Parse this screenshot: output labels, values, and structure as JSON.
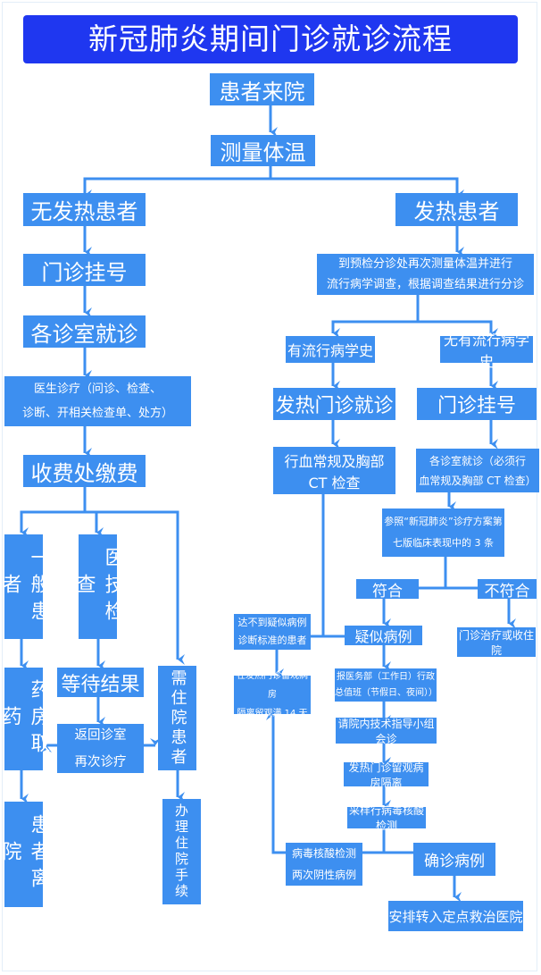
{
  "title": "新冠肺炎期间门诊就诊流程",
  "colors": {
    "title_bg": "#1f37f0",
    "box_bg": "#3d8ff0",
    "line": "#3d8ff0",
    "text": "#ffffff"
  },
  "nodes": {
    "arrive": "患者来院",
    "measure_temp": "测量体温",
    "no_fever": "无发热患者",
    "fever": "发热患者",
    "left_register": "门诊挂号",
    "left_consult": "各诊室就诊",
    "doctor_treat": [
      "医生诊疗（问诊、检查、",
      "诊断、开相关检查单、处方）"
    ],
    "pay": "收费处缴费",
    "general_patient": "一般患者",
    "medtech_exam": "医技检查",
    "wait_result": "等待结果",
    "return_room": [
      "返回诊室",
      "再次诊疗"
    ],
    "inpatient_needed": "需住院患者",
    "pharmacy": "药房取药",
    "leave": "患者离院",
    "admission": "办理住院手续",
    "triage": [
      "到预检分诊处再次测量体温并进行",
      "流行病学调查，根据调查结果进行分诊"
    ],
    "has_history": "有流行病学史",
    "no_history": "无有流行病学史",
    "fever_clinic": "发热门诊就诊",
    "right_register": "门诊挂号",
    "blood_ct": "行血常规及胸部 CT 检查",
    "right_consult": [
      "各诊室就诊（必须行",
      "血常规及胸部 CT 检查）"
    ],
    "refer_plan": [
      "参照“新冠肺炎”诊疗方案第",
      "七版临床表现中的 3 条"
    ],
    "match": "符合",
    "not_match": "不符合",
    "suspected": "疑似病例",
    "outpatient_or_admit": "门诊治疗或收住院",
    "not_suspected": [
      "达不到疑似病例",
      "诊断标准的患者"
    ],
    "observe_14": [
      "在发热门诊留观病房",
      "隔离留观满 14 天"
    ],
    "report": [
      "报医务部（工作日）行政",
      "总值班（节假日、夜间））"
    ],
    "expert_consult": "请院内技术指导小组会诊",
    "isolate": "发热门诊留观病房隔离",
    "sample_test": "采样行病毒核酸检测",
    "two_negative": [
      "病毒核酸检测",
      "两次阴性病例"
    ],
    "confirmed": "确诊病例",
    "transfer": "安排转入定点救治医院"
  }
}
